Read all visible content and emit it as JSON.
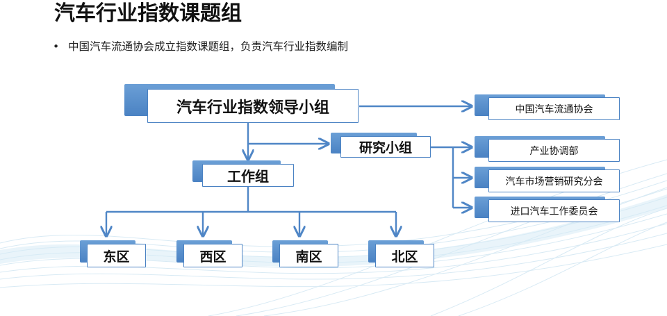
{
  "title": "汽车行业指数课题组",
  "bullet": "中国汽车流通协会成立指数课题组，负责汽车行业指数编制",
  "nodes": {
    "leader": "汽车行业指数领导小组",
    "research": "研究小组",
    "work": "工作组",
    "east": "东区",
    "west": "西区",
    "south": "南区",
    "north": "北区",
    "association": "中国汽车流通协会",
    "industry": "产业协调部",
    "marketing": "汽车市场营销研究分会",
    "import": "进口汽车工作委员会"
  },
  "colors": {
    "accent": "#4a82c3",
    "connector": "#4f86c6",
    "wave": "#a9cfe6"
  }
}
